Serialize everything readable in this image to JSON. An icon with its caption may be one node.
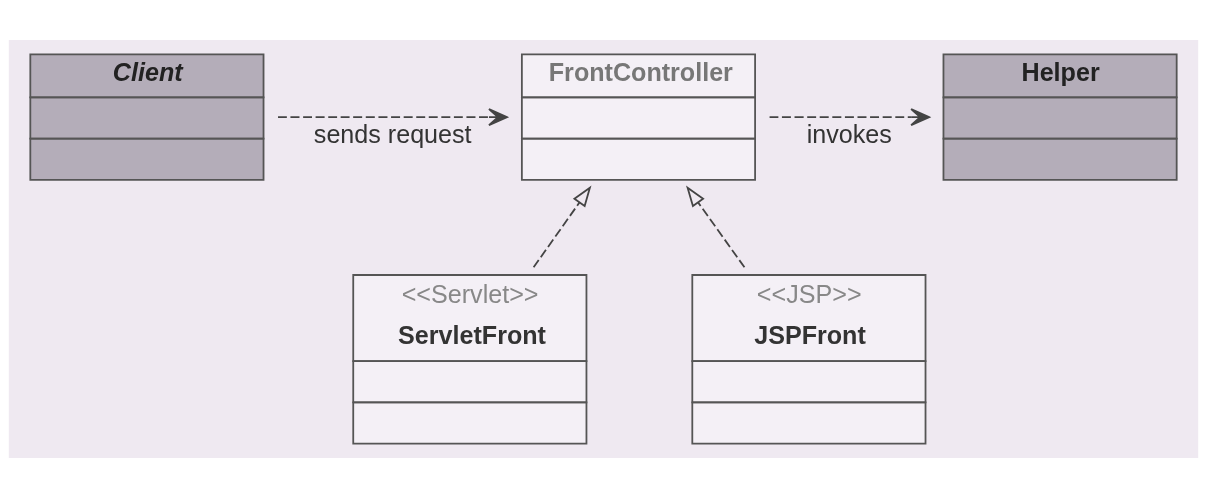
{
  "diagram": {
    "nodes": [
      {
        "text": [
          "Client"
        ]
      },
      {
        "text": [
          "FrontController"
        ]
      },
      {
        "text": [
          "Helper"
        ]
      },
      {
        "text": [
          "<<Servlet>>",
          "ServletFront"
        ]
      },
      {
        "text": [
          "<<JSP>>",
          "JSPFront"
        ]
      }
    ],
    "edges": [
      {
        "from": 0,
        "to": 1,
        "arrow": "to",
        "label": "sends request",
        "style": "dashed"
      },
      {
        "from": 1,
        "to": 2,
        "arrow": "to",
        "label": "invokes",
        "style": "dashed"
      },
      {
        "from": 3,
        "to": 1,
        "arrow": "to",
        "style": "dashed"
      },
      {
        "from": 4,
        "to": 1,
        "arrow": "to",
        "style": "dashed"
      }
    ]
  }
}
